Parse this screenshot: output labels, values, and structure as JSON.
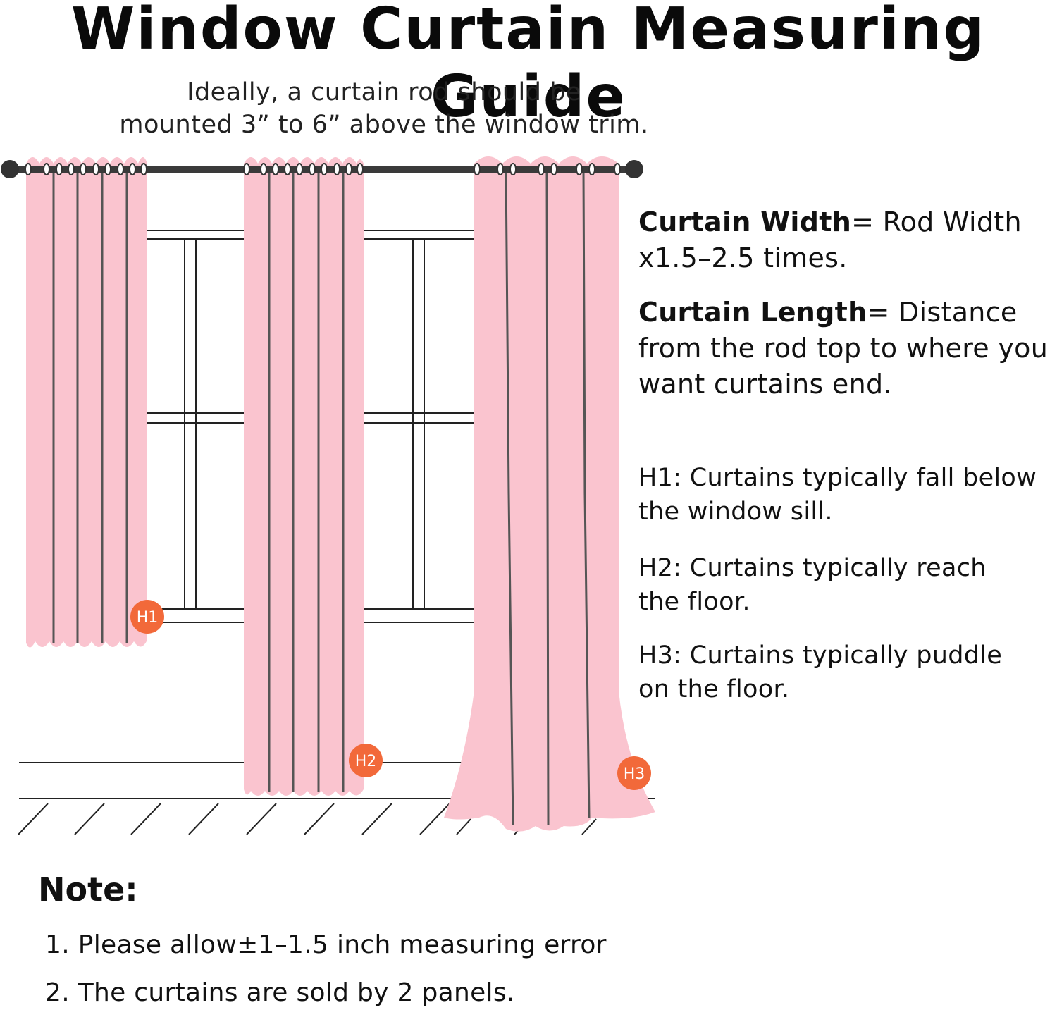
{
  "title": "Window Curtain Measuring Guide",
  "mount_note": {
    "line1": "Ideally, a curtain rod should be",
    "line2": "mounted 3” to 6” above the window trim."
  },
  "curtain_width": {
    "label": "Curtain Width",
    "text1": "= Rod Width",
    "text2": "x1.5–2.5 times."
  },
  "curtain_length": {
    "label": "Curtain Length",
    "text1": "= Distance",
    "text2": "from the rod top to where you",
    "text3": "want curtains end."
  },
  "heights": [
    {
      "id": "H1",
      "line1": "H1: Curtains typically fall below",
      "line2": "the window sill."
    },
    {
      "id": "H2",
      "line1": "H2: Curtains typically reach",
      "line2": "the floor."
    },
    {
      "id": "H3",
      "line1": "H3: Curtains typically puddle",
      "line2": "on the floor."
    }
  ],
  "note": {
    "heading": "Note:",
    "items": [
      "1. Please allow±1–1.5 inch measuring error",
      "2. The curtains are sold by 2 panels."
    ]
  },
  "colors": {
    "curtain": "#fac4cf",
    "rod": "#3a3a3a",
    "pleat": "#555555",
    "badge": "#f2693a",
    "window_line": "#222222"
  }
}
